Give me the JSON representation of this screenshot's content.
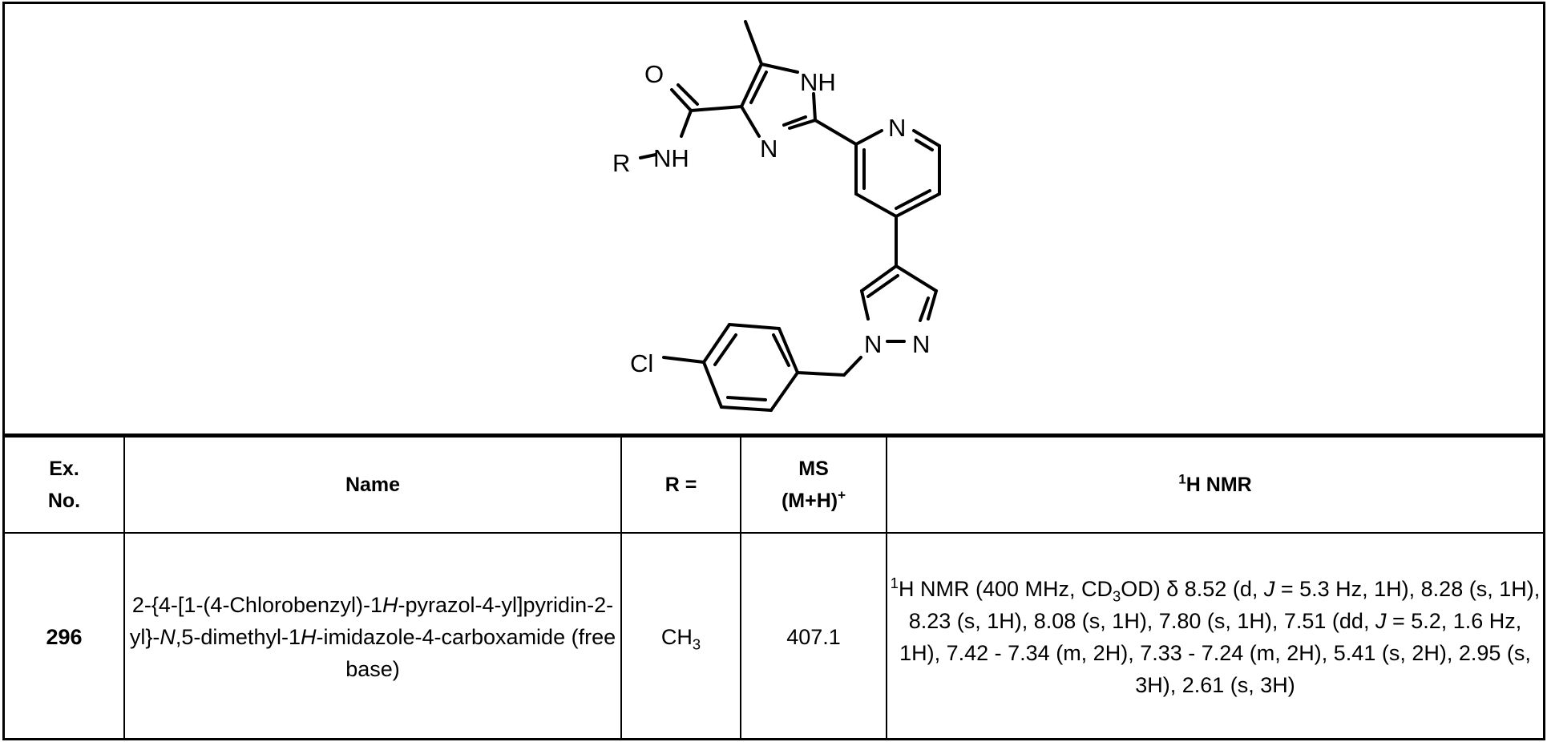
{
  "structure": {
    "atom_labels": {
      "oxygen": "O",
      "amide_nh": "NH",
      "r_group": "R",
      "imidazole_nh": "NH",
      "imidazole_n": "N",
      "pyridine_n": "N",
      "pyrazole_n1": "N",
      "pyrazole_n2": "N",
      "chlorine": "Cl"
    }
  },
  "table": {
    "headers": {
      "ex_no_line1": "Ex.",
      "ex_no_line2": "No.",
      "name": "Name",
      "r": "R =",
      "ms_line1": "MS",
      "ms_line2_main": "(M+H)",
      "ms_line2_sup": "+",
      "nmr_sup": "1",
      "nmr_main": "H NMR"
    },
    "rows": [
      {
        "ex_no": "296",
        "name": {
          "p1": "2-{4-[1-(4-Chlorobenzyl)-1",
          "i1": "H",
          "p2": "-pyrazol-4-yl]pyridin-2-yl}-",
          "i2": "N",
          "p3": ",5-dimethyl-1",
          "i3": "H",
          "p4": "-imidazole-4-carboxamide (free base)"
        },
        "r": {
          "main": "CH",
          "sub": "3"
        },
        "ms": "407.1",
        "nmr": {
          "sup": "1",
          "p1": "H NMR (400 MHz, CD",
          "sub": "3",
          "p2": "OD) δ 8.52 (d, ",
          "j1": "J",
          "p3": " = 5.3 Hz, 1H), 8.28 (s, 1H), 8.23 (s, 1H), 8.08 (s, 1H), 7.80 (s, 1H), 7.51 (dd, ",
          "j2": "J",
          "p4": " = 5.2, 1.6 Hz, 1H), 7.42 - 7.34 (m, 2H), 7.33 - 7.24 (m, 2H), 5.41 (s, 2H), 2.95 (s, 3H), 2.61 (s, 3H)"
        }
      }
    ]
  }
}
